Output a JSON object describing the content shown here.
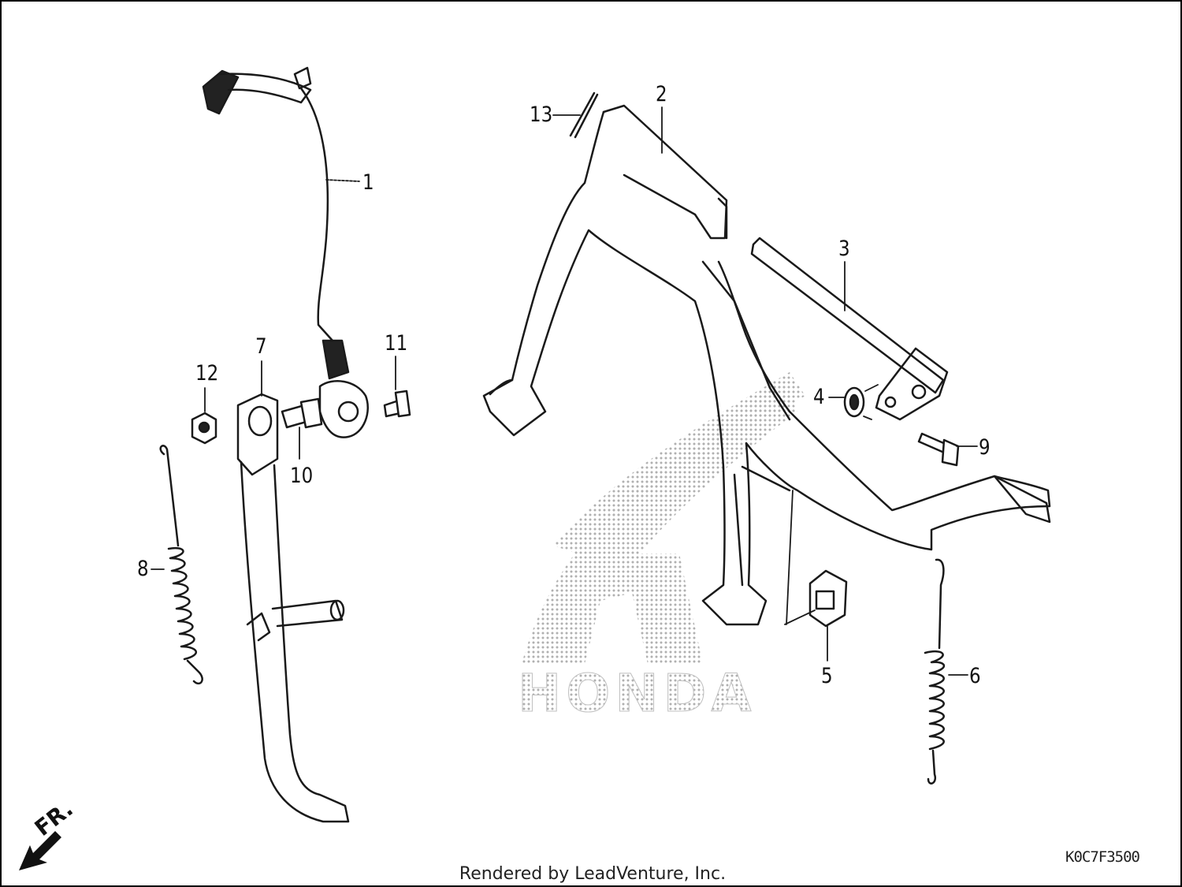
{
  "callouts": [
    {
      "id": "1",
      "text": "1"
    },
    {
      "id": "2",
      "text": "2"
    },
    {
      "id": "3",
      "text": "3"
    },
    {
      "id": "4",
      "text": "4"
    },
    {
      "id": "5",
      "text": "5"
    },
    {
      "id": "6",
      "text": "6"
    },
    {
      "id": "7",
      "text": "7"
    },
    {
      "id": "8",
      "text": "8"
    },
    {
      "id": "9",
      "text": "9"
    },
    {
      "id": "10",
      "text": "10"
    },
    {
      "id": "11",
      "text": "11"
    },
    {
      "id": "12",
      "text": "12"
    },
    {
      "id": "13",
      "text": "13"
    }
  ],
  "watermark": "HONDA",
  "direction_label": "FR.",
  "diagram_code": "K0C7F3500",
  "footer": "Rendered by LeadVenture, Inc.",
  "colors": {
    "line": "#1a1a1a",
    "watermark": "#b8b8b8",
    "background": "#ffffff"
  }
}
